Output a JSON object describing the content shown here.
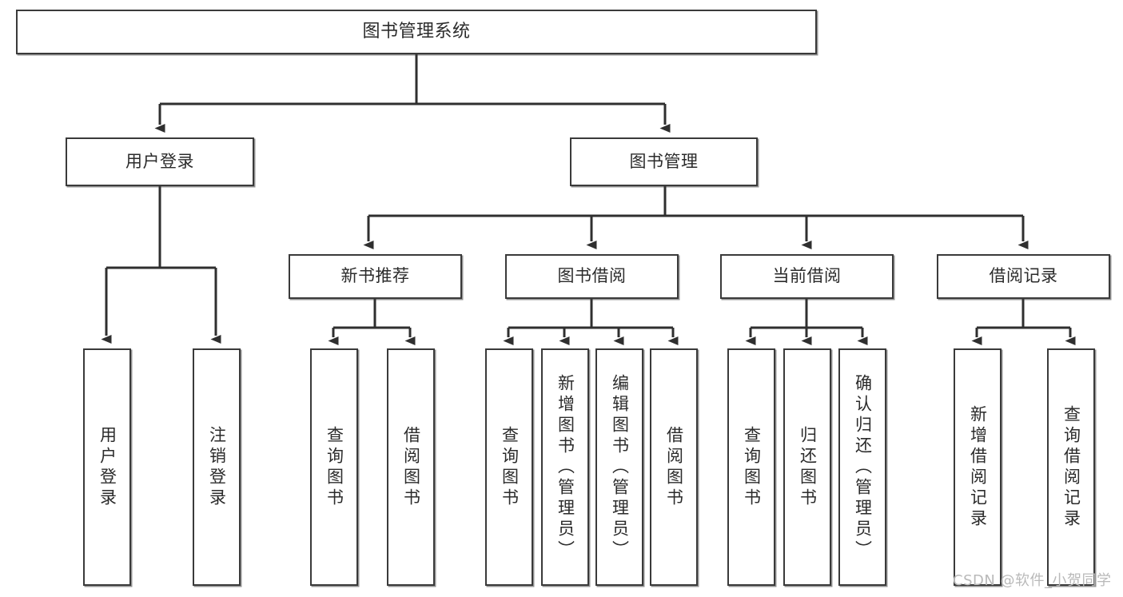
{
  "diagram": {
    "title": "图书管理系统",
    "type": "tree",
    "watermark": "CSDN @软件_小贺同学",
    "colors": {
      "box_border": "#3a3a3a",
      "box_fill": "#ffffff",
      "text": "#2b2b2b",
      "edge": "#2f2f2f",
      "watermark": "#b9b9b9",
      "background": "#ffffff"
    },
    "root": {
      "id": "root",
      "label": "图书管理系统"
    },
    "level2": [
      {
        "id": "l2-user-login",
        "label": "用户登录"
      },
      {
        "id": "l2-book-manage",
        "label": "图书管理"
      }
    ],
    "level3": [
      {
        "id": "l3-new-book-rec",
        "label": "新书推荐",
        "parent": "l2-book-manage"
      },
      {
        "id": "l3-book-borrow",
        "label": "图书借阅",
        "parent": "l2-book-manage"
      },
      {
        "id": "l3-current-borrow",
        "label": "当前借阅",
        "parent": "l2-book-manage"
      },
      {
        "id": "l3-borrow-record",
        "label": "借阅记录",
        "parent": "l2-book-manage"
      }
    ],
    "leaves": [
      {
        "id": "leaf-user-login",
        "label": "用户登录",
        "parent": "l2-user-login"
      },
      {
        "id": "leaf-logout",
        "label": "注销登录",
        "parent": "l2-user-login"
      },
      {
        "id": "leaf-query-book-1",
        "label": "查询图书",
        "parent": "l3-new-book-rec"
      },
      {
        "id": "leaf-borrow-book-1",
        "label": "借阅图书",
        "parent": "l3-new-book-rec"
      },
      {
        "id": "leaf-query-book-2",
        "label": "查询图书",
        "parent": "l3-book-borrow"
      },
      {
        "id": "leaf-add-book",
        "label": "新增图书（管理员）",
        "parent": "l3-book-borrow"
      },
      {
        "id": "leaf-edit-book",
        "label": "编辑图书（管理员）",
        "parent": "l3-book-borrow"
      },
      {
        "id": "leaf-borrow-book-2",
        "label": "借阅图书",
        "parent": "l3-book-borrow"
      },
      {
        "id": "leaf-query-book-3",
        "label": "查询图书",
        "parent": "l3-current-borrow"
      },
      {
        "id": "leaf-return-book",
        "label": "归还图书",
        "parent": "l3-current-borrow"
      },
      {
        "id": "leaf-confirm-return",
        "label": "确认归还（管理员）",
        "parent": "l3-current-borrow"
      },
      {
        "id": "leaf-add-record",
        "label": "新增借阅记录",
        "parent": "l3-borrow-record"
      },
      {
        "id": "leaf-query-record",
        "label": "查询借阅记录",
        "parent": "l3-borrow-record"
      }
    ]
  }
}
